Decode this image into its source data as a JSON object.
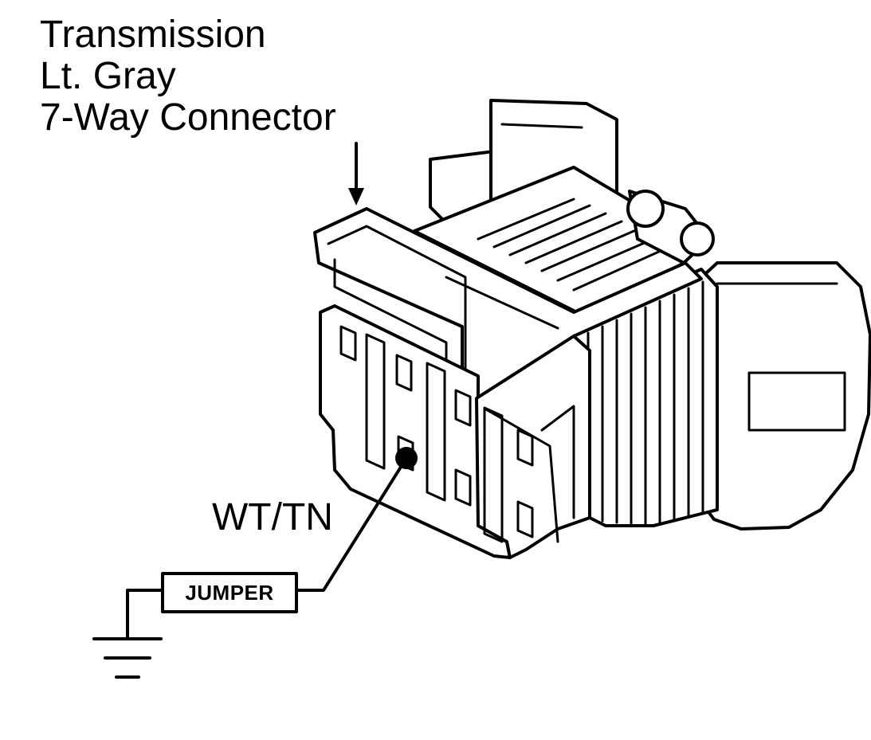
{
  "title": {
    "line1": "Transmission",
    "line2": "Lt. Gray",
    "line3": "7-Way Connector"
  },
  "wire": {
    "label": "WT/TN"
  },
  "jumper": {
    "label": "JUMPER"
  },
  "colors": {
    "ink": "#000000",
    "paper": "#ffffff"
  }
}
